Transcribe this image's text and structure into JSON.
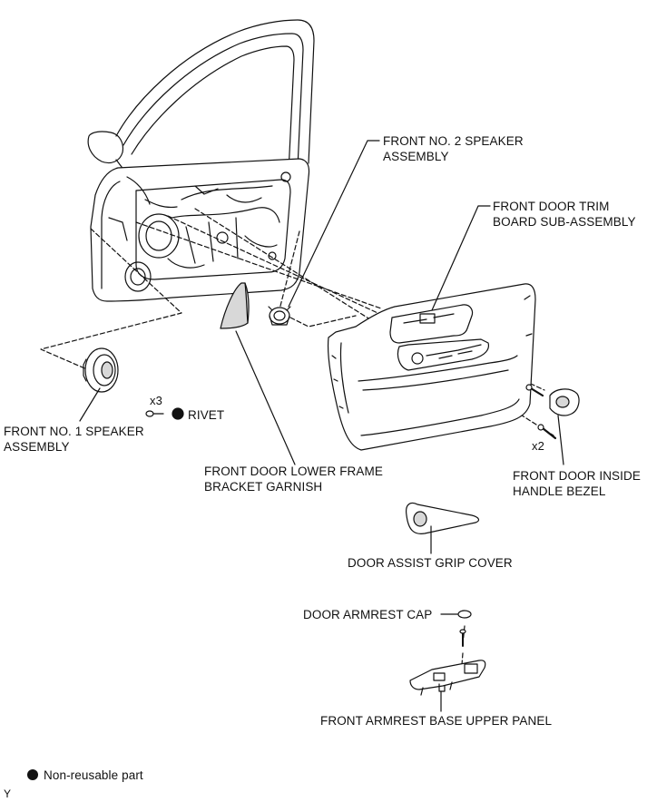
{
  "labels": {
    "front_no2_speaker": [
      "FRONT NO. 2 SPEAKER",
      "ASSEMBLY"
    ],
    "front_door_trim": [
      "FRONT DOOR TRIM",
      "BOARD SUB-ASSEMBLY"
    ],
    "front_no1_speaker": [
      "FRONT NO. 1 SPEAKER",
      "ASSEMBLY"
    ],
    "rivet": "RIVET",
    "x3": "x3",
    "x2": "x2",
    "lower_frame_garnish": [
      "FRONT DOOR LOWER FRAME",
      "BRACKET GARNISH"
    ],
    "inside_handle_bezel": [
      "FRONT DOOR INSIDE",
      "HANDLE BEZEL"
    ],
    "assist_grip_cover": "DOOR ASSIST GRIP COVER",
    "armrest_cap": "DOOR ARMREST CAP",
    "armrest_base": "FRONT ARMREST BASE UPPER PANEL"
  },
  "legend": {
    "text": "Non-reusable part",
    "corner_mark": "Y"
  },
  "colors": {
    "line": "#111111",
    "fill": "#ffffff",
    "shade": "#d8d8d8"
  }
}
